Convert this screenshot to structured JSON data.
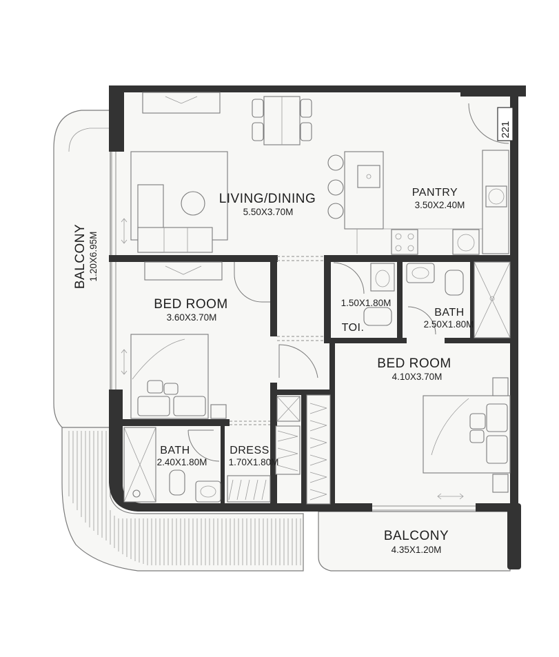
{
  "rooms": {
    "living": {
      "name": "LIVING/DINING",
      "dims": "5.50X3.70M"
    },
    "pantry": {
      "name": "PANTRY",
      "dims": "3.50X2.40M"
    },
    "bedroom1": {
      "name": "BED ROOM",
      "dims": "3.60X3.70M"
    },
    "toilet": {
      "name": "TOI.",
      "dims": "1.50X1.80M"
    },
    "bath2": {
      "name": "BATH",
      "dims": "2.50X1.80M"
    },
    "bedroom2": {
      "name": "BED ROOM",
      "dims": "4.10X3.70M"
    },
    "bath1": {
      "name": "BATH",
      "dims": "2.40X1.80M"
    },
    "dress": {
      "name": "DRESS",
      "dims": "1.70X1.80M"
    },
    "balcony_side": {
      "name": "BALCONY",
      "dims": "1.20X6.95M"
    },
    "balcony_bottom": {
      "name": "BALCONY",
      "dims": "4.35X1.20M"
    }
  },
  "unit_number": "221",
  "colors": {
    "wall": "#333333",
    "floor": "#f7f7f5",
    "line": "#7a7a7a"
  }
}
